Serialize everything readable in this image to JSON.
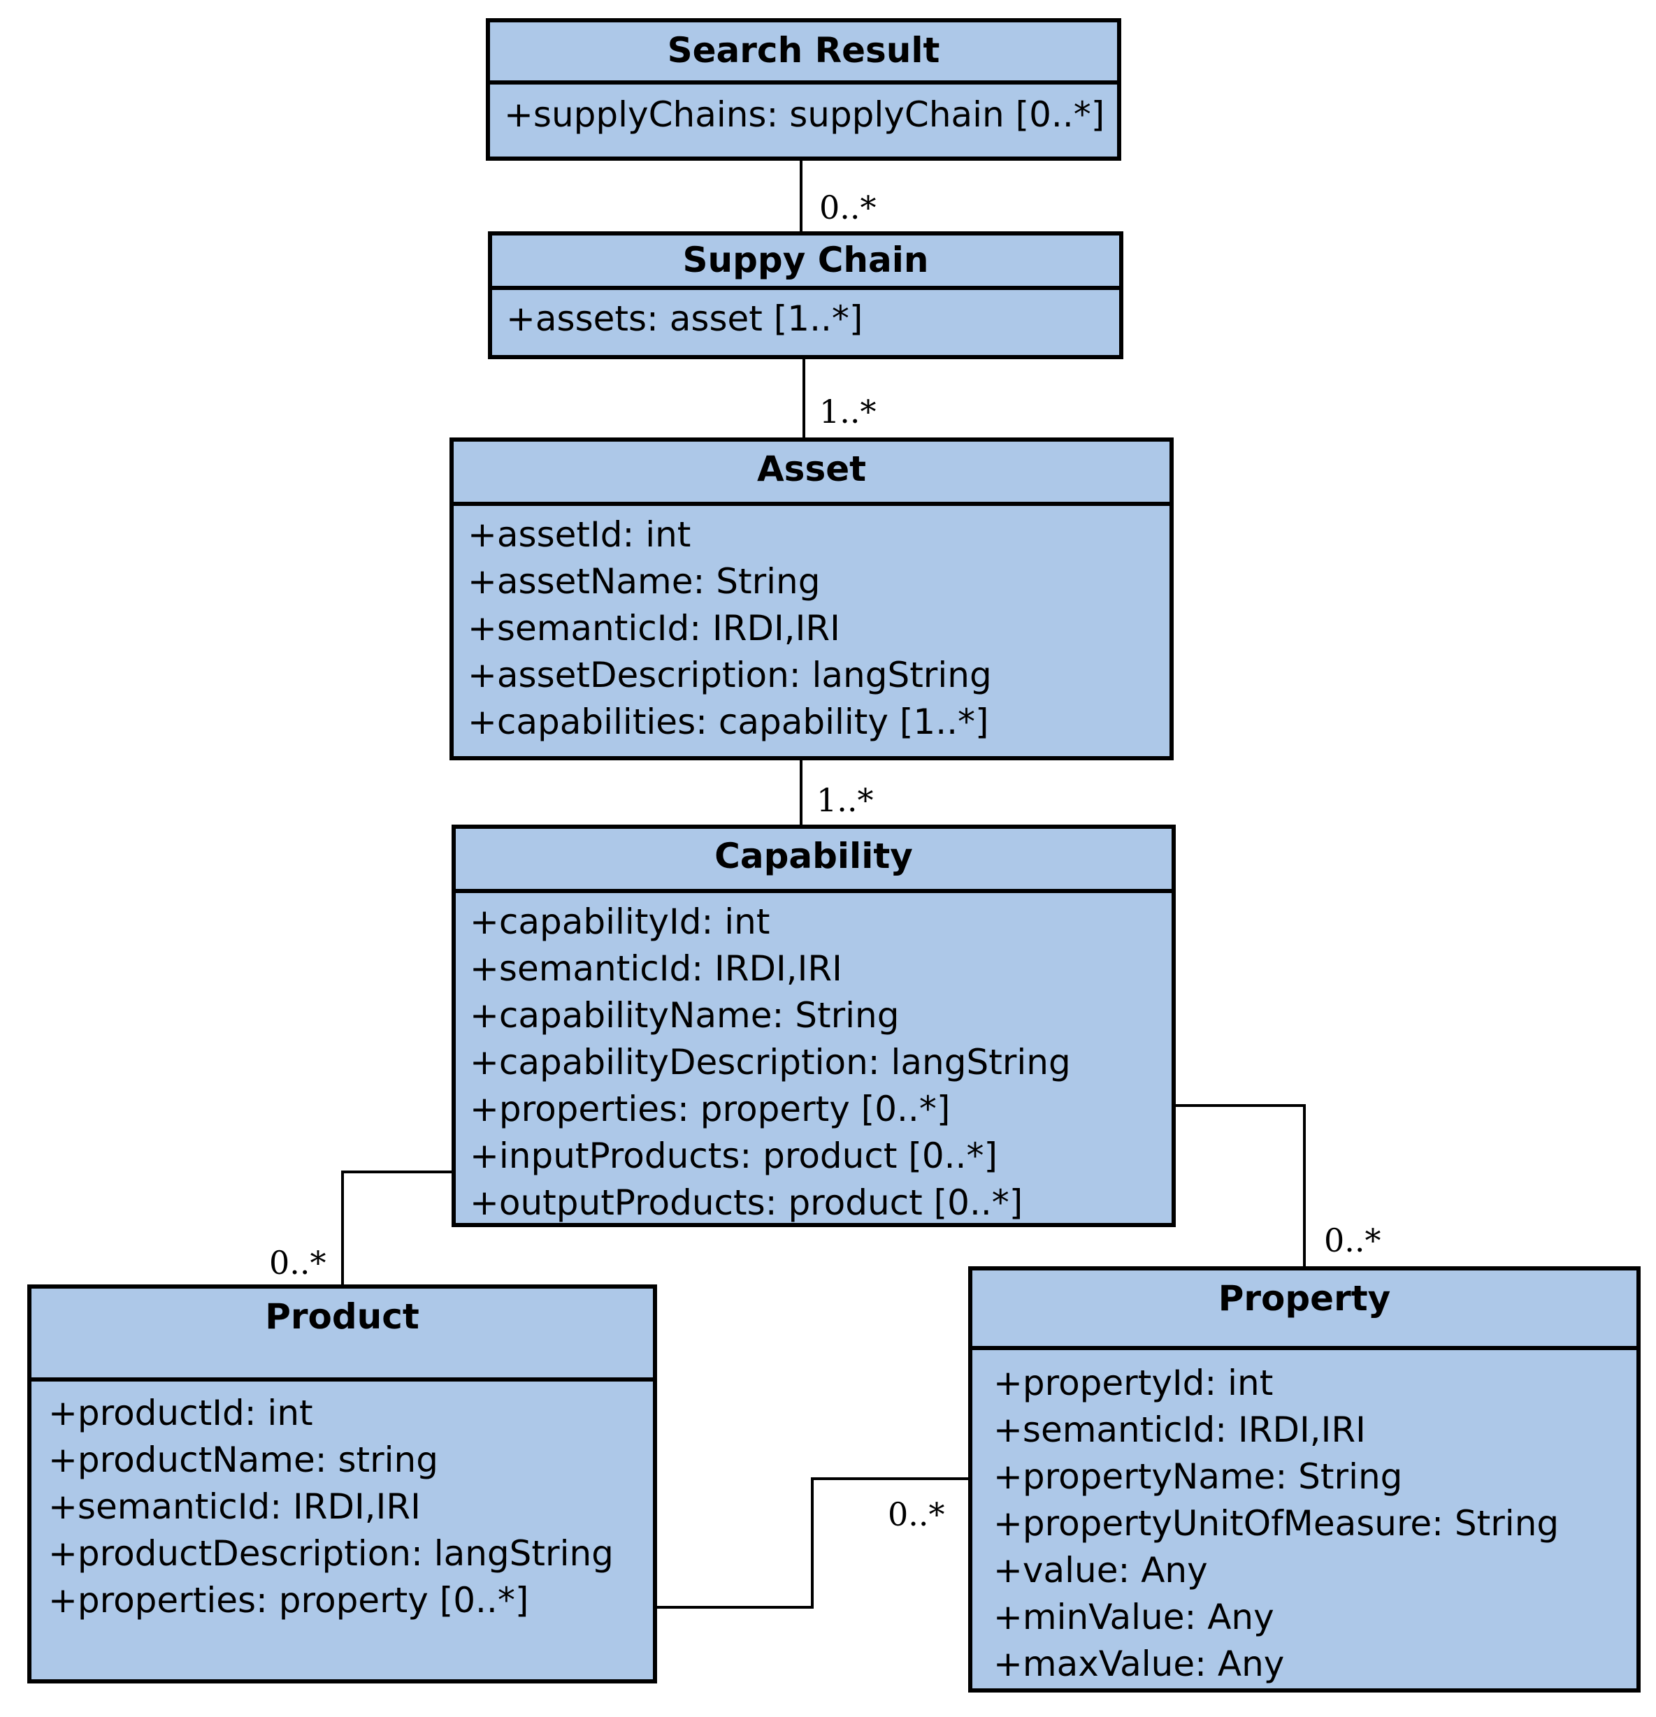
{
  "classes": {
    "search_result": {
      "name": "Search Result",
      "attributes": [
        "+supplyChains: supplyChain [0..*]"
      ]
    },
    "supply_chain": {
      "name": "Suppy Chain",
      "attributes": [
        "+assets: asset [1..*]"
      ]
    },
    "asset": {
      "name": "Asset",
      "attributes": [
        "+assetId: int",
        "+assetName: String",
        "+semanticId: IRDI,IRI",
        "+assetDescription: langString",
        "+capabilities: capability [1..*]"
      ]
    },
    "capability": {
      "name": "Capability",
      "attributes": [
        "+capabilityId: int",
        "+semanticId: IRDI,IRI",
        "+capabilityName: String",
        "+capabilityDescription: langString",
        "+properties: property [0..*]",
        "+inputProducts: product [0..*]",
        "+outputProducts: product [0..*]"
      ]
    },
    "product": {
      "name": "Product",
      "attributes": [
        "+productId: int",
        "+productName: string",
        "+semanticId: IRDI,IRI",
        "+productDescription: langString",
        "+properties: property [0..*]"
      ]
    },
    "property": {
      "name": "Property",
      "attributes": [
        "+propertyId: int",
        "+semanticId: IRDI,IRI",
        "+propertyName: String",
        "+propertyUnitOfMeasure: String",
        "+value: Any",
        "+minValue: Any",
        "+maxValue: Any"
      ]
    }
  },
  "associations": {
    "search_to_supply": {
      "multiplicity": "0..*"
    },
    "supply_to_asset": {
      "multiplicity": "1..*"
    },
    "asset_to_capability": {
      "multiplicity": "1..*"
    },
    "capability_to_product": {
      "multiplicity": "0..*"
    },
    "capability_to_property": {
      "multiplicity": "0..*"
    },
    "product_to_property": {
      "multiplicity": "0..*"
    }
  },
  "colors": {
    "class_fill": "#adc8e8",
    "line": "#000000"
  }
}
